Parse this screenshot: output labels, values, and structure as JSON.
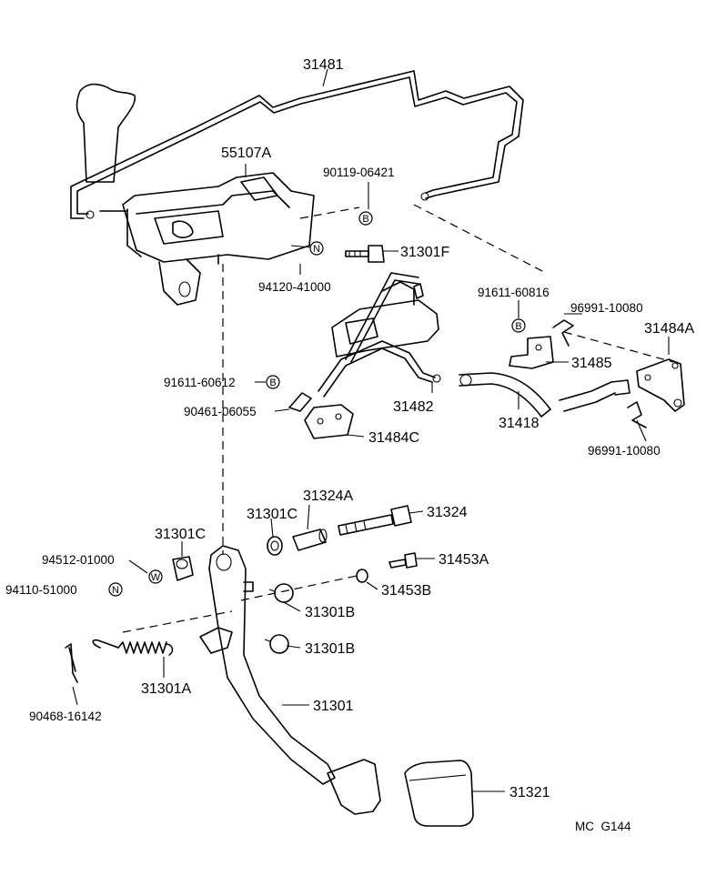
{
  "parts": {
    "p31481": "31481",
    "p55107A": "55107A",
    "p90119_06421": "90119-06421",
    "p31301F": "31301F",
    "p94120_41000": "94120-41000",
    "p91611_60816": "91611-60816",
    "p96991_10080_top": "96991-10080",
    "p31484A": "31484A",
    "p31485": "31485",
    "p91611_60612": "91611-60612",
    "p90461_06055": "90461-06055",
    "p31482": "31482",
    "p31418": "31418",
    "p31484C": "31484C",
    "p96991_10080_bottom": "96991-10080",
    "p31324A": "31324A",
    "p31301C_mid": "31301C",
    "p31324": "31324",
    "p31301C_left": "31301C",
    "p94512_01000": "94512-01000",
    "p31453A": "31453A",
    "p94110_51000": "94110-51000",
    "p31453B": "31453B",
    "p31301B_top": "31301B",
    "p31301B_bottom": "31301B",
    "p31301A": "31301A",
    "p90468_16142": "90468-16142",
    "p31301": "31301",
    "p31321": "31321"
  },
  "badges": {
    "b90119": "B",
    "b94120": "N",
    "b91611_60816": "B",
    "b91611_60612": "B",
    "b94512": "W",
    "b94110": "N"
  },
  "code": "MC  G144"
}
